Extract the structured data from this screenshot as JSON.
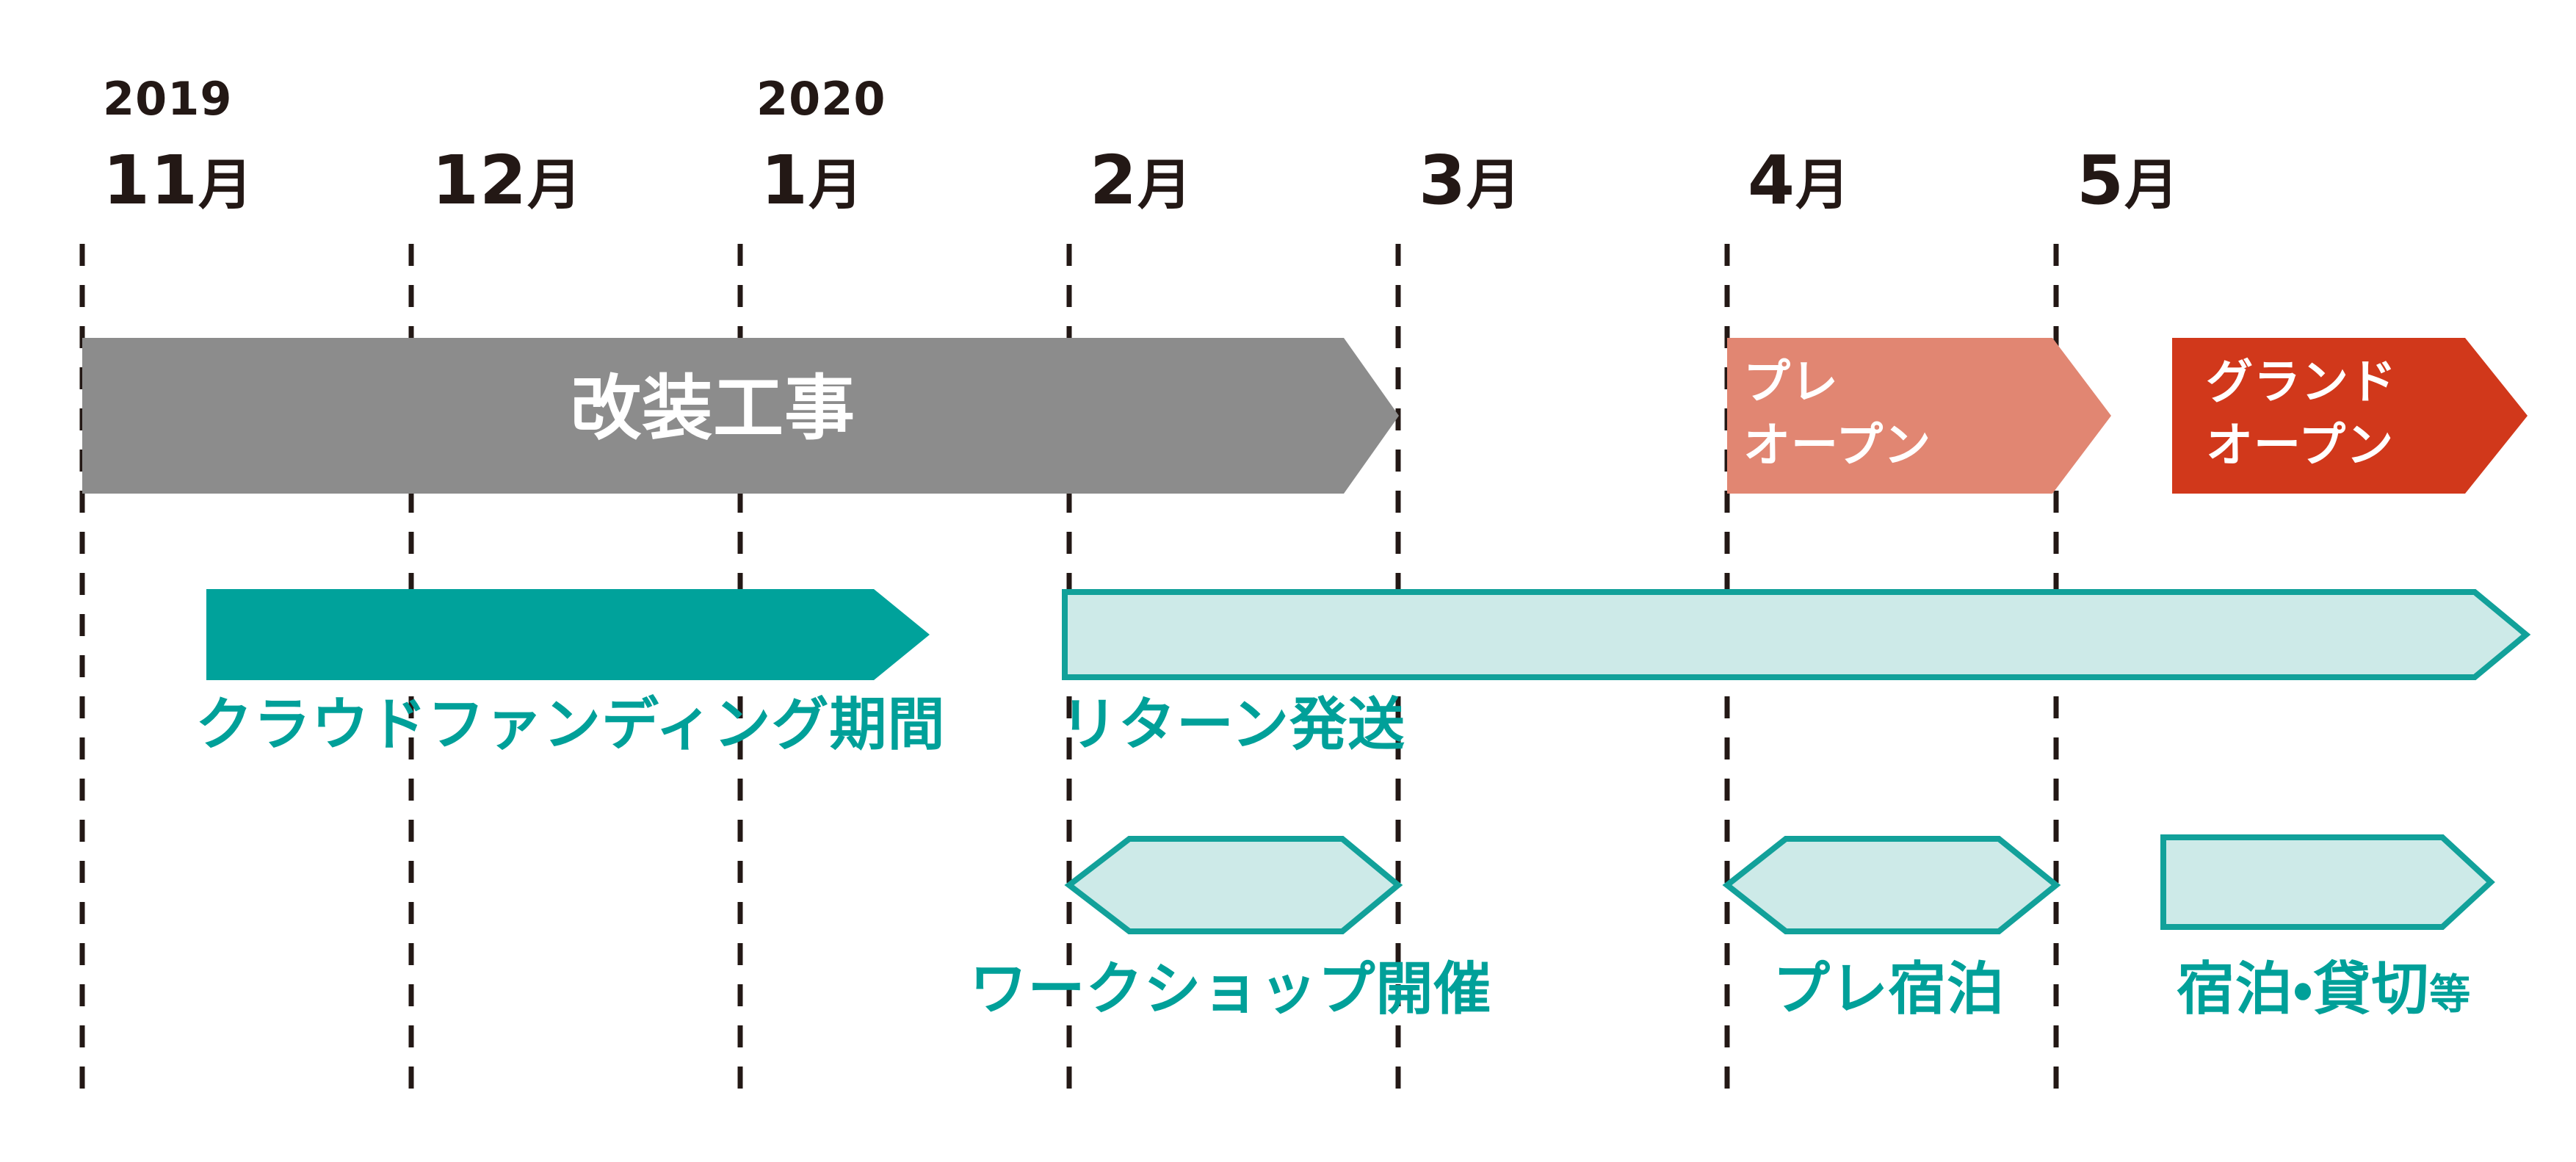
{
  "colors": {
    "background": "#ffffff",
    "gridline": "#231815",
    "text_dark": "#231815",
    "construction": "#8C8C8C",
    "preopen": "#E18672",
    "grandopen": "#D1381B",
    "crowdfunding": "#00A29B",
    "light_fill": "#CDEAE8",
    "teal_outline": "#12A19A",
    "teal_text": "#00A099",
    "white_text": "#ffffff"
  },
  "timeline": {
    "years": [
      {
        "label": "2019"
      },
      {
        "label": "2020"
      }
    ],
    "months": [
      {
        "num": "11",
        "suffix": "月"
      },
      {
        "num": "12",
        "suffix": "月"
      },
      {
        "num": "1",
        "suffix": "月"
      },
      {
        "num": "2",
        "suffix": "月"
      },
      {
        "num": "3",
        "suffix": "月"
      },
      {
        "num": "4",
        "suffix": "月"
      },
      {
        "num": "5",
        "suffix": "月"
      }
    ]
  },
  "bars": {
    "construction": {
      "label": "改装工事",
      "span_months": "2019年11月〜2020年3月"
    },
    "preopen": {
      "line1": "プレ",
      "line2": "オープン",
      "span_months": "2020年4月"
    },
    "grandopen": {
      "line1": "グランド",
      "line2": "オープン",
      "span_months": "2020年5月〜"
    },
    "crowdfunding": {
      "label": "クラウドファンディング期間",
      "span_months": "2019年11月中旬〜2020年1月中旬"
    },
    "returns": {
      "label": "リターン発送",
      "span_months": "2020年2月〜"
    },
    "workshop": {
      "label": "ワークショップ開催",
      "span_months": "2020年2月〜3月"
    },
    "prestay": {
      "label": "プレ宿泊",
      "span_months": "2020年4月"
    },
    "stay": {
      "label": "宿泊・貸切",
      "suffix": "等",
      "span_months": "2020年5月〜"
    }
  }
}
